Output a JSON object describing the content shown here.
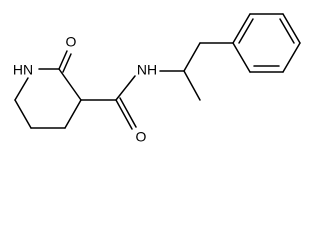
{
  "atoms": {
    "o_ring_label": "O",
    "nh_ring_label": "HN",
    "nh_amide_label": "NH",
    "o_amide_label": "O"
  }
}
